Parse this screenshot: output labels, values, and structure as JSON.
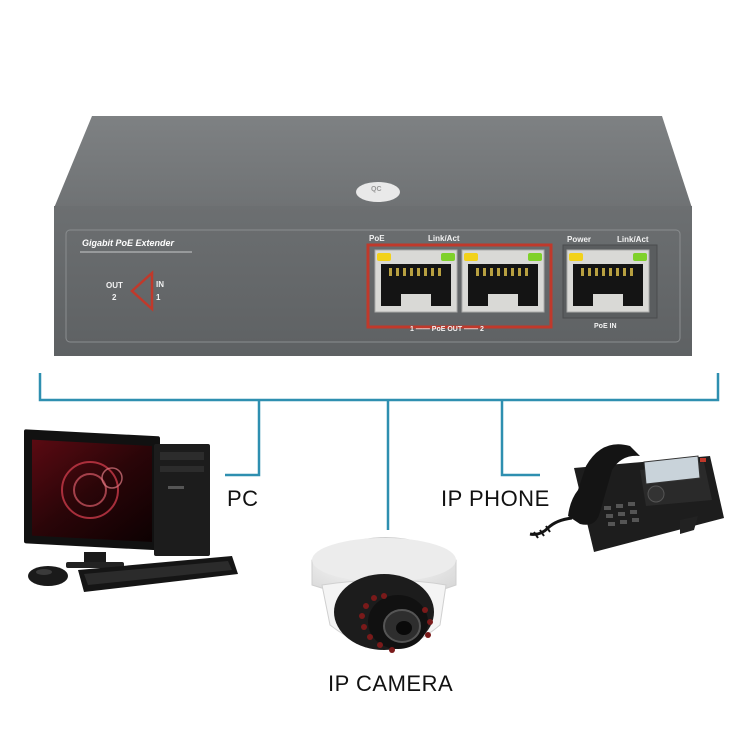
{
  "device": {
    "brand_text": "Gigabit PoE Extender",
    "port_out_label": "OUT",
    "port_out_number": "2",
    "port_in_label": "IN",
    "port_in_number": "1",
    "poe_label": "PoE",
    "link_act_label_1": "Link/Act",
    "power_label": "Power",
    "link_act_label_2": "Link/Act",
    "poe_out_label": "1 —— PoE OUT —— 2",
    "poe_in_label": "PoE IN",
    "qc_sticker_text": "QC"
  },
  "endpoints": {
    "pc_label": "PC",
    "camera_label": "IP CAMERA",
    "phone_label": "IP PHONE"
  },
  "colors": {
    "device_body": "#6b6e70",
    "device_top": "#777a7c",
    "connector_line": "#2e8fb0",
    "port_highlight": "#c0392b"
  },
  "icons": {
    "pc": "desktop-computer-icon",
    "camera": "dome-camera-icon",
    "phone": "ip-phone-icon"
  }
}
